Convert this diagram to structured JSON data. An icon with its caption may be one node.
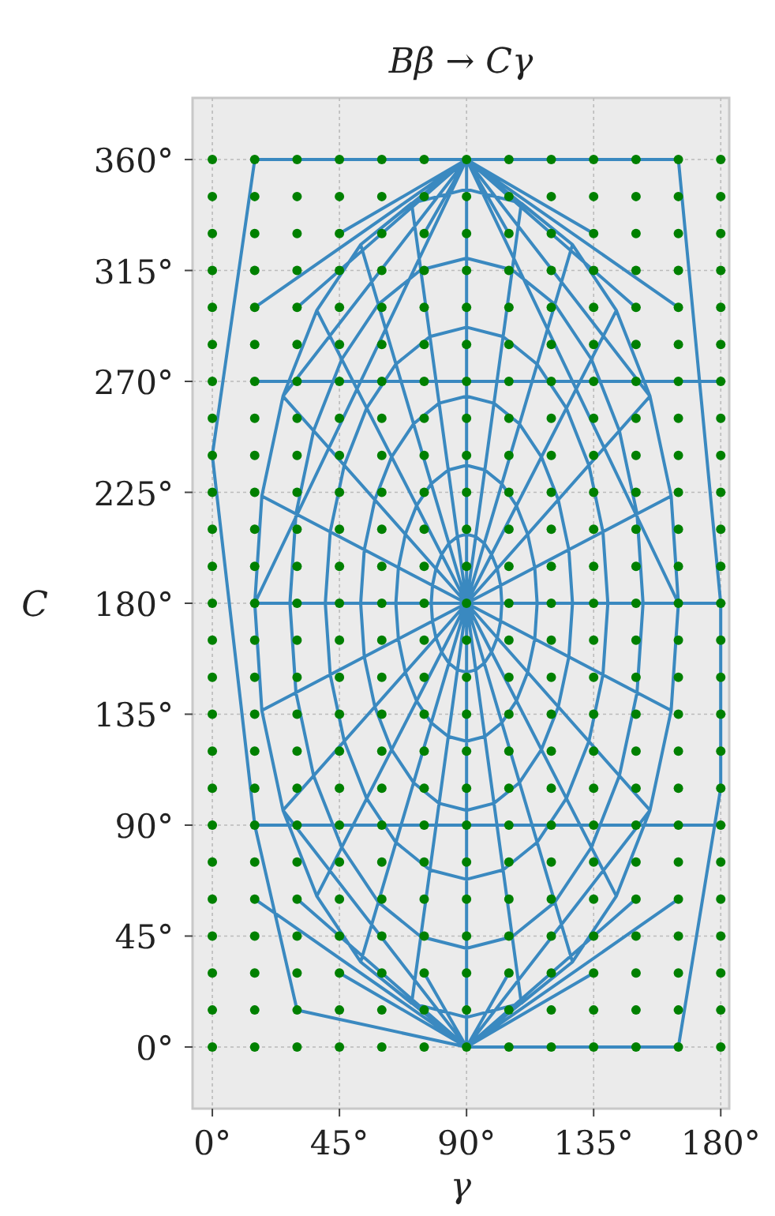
{
  "diagram": {
    "chart_data": {
      "type": "scatter",
      "title": "Bβ → Cγ",
      "xlabel": "γ",
      "ylabel": "C",
      "grid": true,
      "xlim": [
        -7,
        183
      ],
      "ylim": [
        -25,
        385
      ],
      "xticks": [
        {
          "value": 0,
          "label": "0°"
        },
        {
          "value": 45,
          "label": "45°"
        },
        {
          "value": 90,
          "label": "90°"
        },
        {
          "value": 135,
          "label": "135°"
        },
        {
          "value": 180,
          "label": "180°"
        }
      ],
      "yticks": [
        {
          "value": 0,
          "label": "0°"
        },
        {
          "value": 45,
          "label": "45°"
        },
        {
          "value": 90,
          "label": "90°"
        },
        {
          "value": 135,
          "label": "135°"
        },
        {
          "value": 180,
          "label": "180°"
        },
        {
          "value": 225,
          "label": "225°"
        },
        {
          "value": 270,
          "label": "270°"
        },
        {
          "value": 315,
          "label": "315°"
        },
        {
          "value": 360,
          "label": "360°"
        }
      ],
      "x": [
        0,
        15,
        30,
        45,
        60,
        75,
        90,
        105,
        120,
        135,
        150,
        165,
        180,
        0,
        15,
        30,
        45,
        60,
        75,
        90,
        105,
        120,
        135,
        150,
        165,
        180,
        0,
        15,
        30,
        45,
        60,
        75,
        90,
        105,
        120,
        135,
        150,
        165,
        180,
        0,
        15,
        30,
        45,
        60,
        75,
        90,
        105,
        120,
        135,
        150,
        165,
        180,
        0,
        15,
        30,
        45,
        60,
        75,
        90,
        105,
        120,
        135,
        150,
        165,
        180,
        0,
        15,
        30,
        45,
        60,
        75,
        90,
        105,
        120,
        135,
        150,
        165,
        180,
        0,
        15,
        30,
        45,
        60,
        75,
        90,
        105,
        120,
        135,
        150,
        165,
        180,
        0,
        15,
        30,
        45,
        60,
        75,
        90,
        105,
        120,
        135,
        150,
        165,
        180,
        0,
        15,
        30,
        45,
        60,
        75,
        90,
        105,
        120,
        135,
        150,
        165,
        180,
        0,
        15,
        30,
        45,
        60,
        75,
        90,
        105,
        120,
        135,
        150,
        165,
        180,
        0,
        15,
        30,
        45,
        60,
        75,
        90,
        105,
        120,
        135,
        150,
        165,
        180,
        0,
        15,
        30,
        45,
        60,
        75,
        90,
        105,
        120,
        135,
        150,
        165,
        180,
        0,
        15,
        30,
        45,
        60,
        75,
        90,
        105,
        120,
        135,
        150,
        165,
        180,
        0,
        15,
        30,
        45,
        60,
        75,
        90,
        105,
        120,
        135,
        150,
        165,
        180,
        0,
        15,
        30,
        45,
        60,
        75,
        90,
        105,
        120,
        135,
        150,
        165,
        180,
        0,
        15,
        30,
        45,
        60,
        75,
        90,
        105,
        120,
        135,
        150,
        165,
        180,
        0,
        15,
        30,
        45,
        60,
        75,
        90,
        105,
        120,
        135,
        150,
        165,
        180,
        0,
        15,
        30,
        45,
        60,
        75,
        90,
        105,
        120,
        135,
        150,
        165,
        180,
        0,
        15,
        30,
        45,
        60,
        75,
        90,
        105,
        120,
        135,
        150,
        165,
        180,
        0,
        15,
        30,
        45,
        60,
        75,
        90,
        105,
        120,
        135,
        150,
        165,
        180,
        0,
        15,
        30,
        45,
        60,
        75,
        90,
        105,
        120,
        135,
        150,
        165,
        180,
        0,
        15,
        30,
        45,
        60,
        75,
        90,
        105,
        120,
        135,
        150,
        165,
        180,
        0,
        15,
        30,
        45,
        60,
        75,
        90,
        105,
        120,
        135,
        150,
        165,
        180,
        0,
        15,
        30,
        45,
        60,
        75,
        90,
        105,
        120,
        135,
        150,
        165,
        180,
        0,
        15,
        30,
        45,
        60,
        75,
        90,
        105,
        120,
        135,
        150,
        165,
        180
      ],
      "series": [
        {
          "color": "#008000",
          "values": [
            0,
            0,
            0,
            0,
            0,
            0,
            0,
            0,
            0,
            0,
            0,
            0,
            0,
            15,
            15,
            15,
            15,
            15,
            15,
            15,
            15,
            15,
            15,
            15,
            15,
            15,
            30,
            30,
            30,
            30,
            30,
            30,
            30,
            30,
            30,
            30,
            30,
            30,
            30,
            45,
            45,
            45,
            45,
            45,
            45,
            45,
            45,
            45,
            45,
            45,
            45,
            45,
            60,
            60,
            60,
            60,
            60,
            60,
            60,
            60,
            60,
            60,
            60,
            60,
            60,
            75,
            75,
            75,
            75,
            75,
            75,
            75,
            75,
            75,
            75,
            75,
            75,
            75,
            90,
            90,
            90,
            90,
            90,
            90,
            90,
            90,
            90,
            90,
            90,
            90,
            90,
            105,
            105,
            105,
            105,
            105,
            105,
            105,
            105,
            105,
            105,
            105,
            105,
            105,
            120,
            120,
            120,
            120,
            120,
            120,
            120,
            120,
            120,
            120,
            120,
            120,
            120,
            135,
            135,
            135,
            135,
            135,
            135,
            135,
            135,
            135,
            135,
            135,
            135,
            135,
            150,
            150,
            150,
            150,
            150,
            150,
            150,
            150,
            150,
            150,
            150,
            150,
            150,
            165,
            165,
            165,
            165,
            165,
            165,
            165,
            165,
            165,
            165,
            165,
            165,
            165,
            180,
            180,
            180,
            180,
            180,
            180,
            180,
            180,
            180,
            180,
            180,
            180,
            180,
            195,
            195,
            195,
            195,
            195,
            195,
            195,
            195,
            195,
            195,
            195,
            195,
            195,
            210,
            210,
            210,
            210,
            210,
            210,
            210,
            210,
            210,
            210,
            210,
            210,
            210,
            225,
            225,
            225,
            225,
            225,
            225,
            225,
            225,
            225,
            225,
            225,
            225,
            225,
            240,
            240,
            240,
            240,
            240,
            240,
            240,
            240,
            240,
            240,
            240,
            240,
            240,
            255,
            255,
            255,
            255,
            255,
            255,
            255,
            255,
            255,
            255,
            255,
            255,
            255,
            270,
            270,
            270,
            270,
            270,
            270,
            270,
            270,
            270,
            270,
            270,
            270,
            270,
            285,
            285,
            285,
            285,
            285,
            285,
            285,
            285,
            285,
            285,
            285,
            285,
            285,
            300,
            300,
            300,
            300,
            300,
            300,
            300,
            300,
            300,
            300,
            300,
            300,
            300,
            315,
            315,
            315,
            315,
            315,
            315,
            315,
            315,
            315,
            315,
            315,
            315,
            315,
            330,
            330,
            330,
            330,
            330,
            330,
            330,
            330,
            330,
            330,
            330,
            330,
            330,
            345,
            345,
            345,
            345,
            345,
            345,
            345,
            345,
            345,
            345,
            345,
            345,
            345,
            360,
            360,
            360,
            360,
            360,
            360,
            360,
            360,
            360,
            360,
            360,
            360,
            360
          ]
        }
      ]
    }
  }
}
